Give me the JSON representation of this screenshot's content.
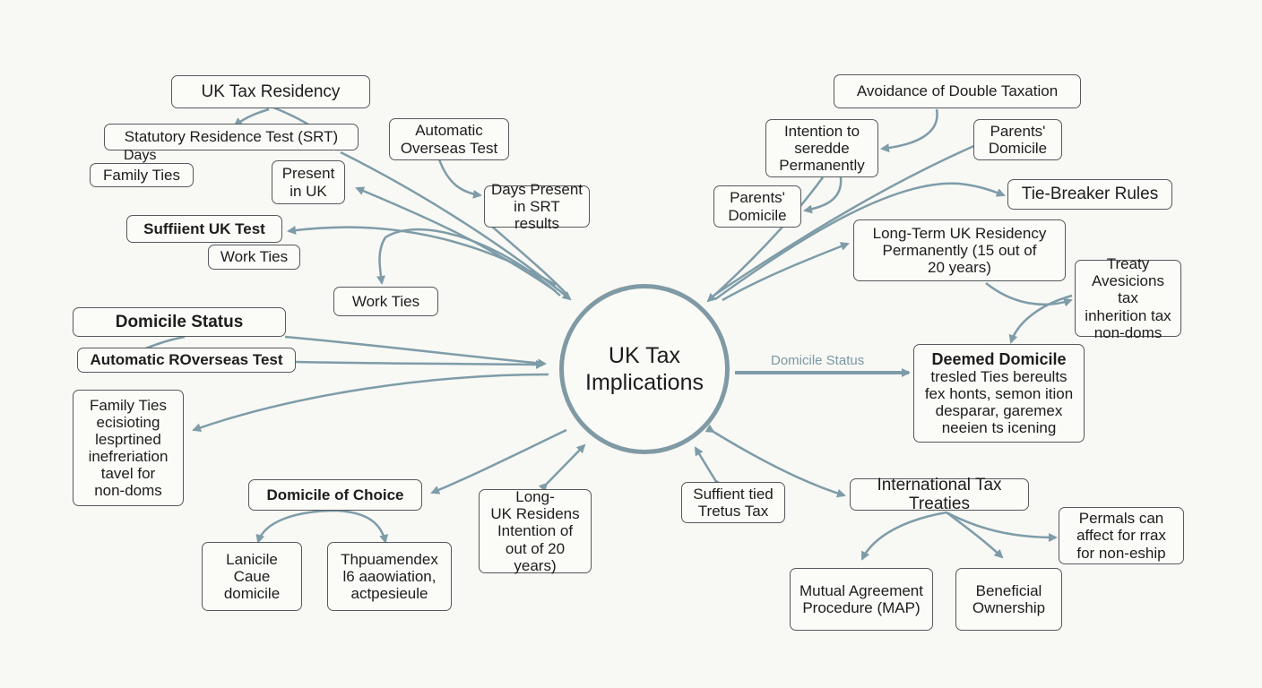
{
  "center": {
    "label": "UK Tax\nImplications"
  },
  "edge_label": "Domicile Status",
  "nodes": {
    "uk_tax_residency": "UK Tax Residency",
    "srt": "Statutory Residence Test (SRT)",
    "srt_overlap": "Days",
    "family_ties_top": "Family Ties",
    "present_in_uk": "Present\nin UK",
    "automatic_overseas_test_top": "Automatic\nOverseas Test",
    "days_present_srt": "Days Present\nin SRT results",
    "sufficient_uk_test": "Suffiient UK Test",
    "work_ties_left": "Work Ties",
    "work_ties_mid": "Work Ties",
    "domicile_status": "Domicile Status",
    "automatic_overseas_test_left": "Automatic ROverseas Test",
    "family_ties_left": "Family Ties\necisioting\nlesprtined\ninefreriation\ntavel for\nnon-doms",
    "domicile_of_choice": "Domicile of Choice",
    "lanicile": "Lanicile\nCaue\ndomicile",
    "thpuamendex": "Thpuamendex\nl6 aaowiation,\nactpesieule",
    "long_uk_residens": "Long-\nUK Residens\nIntention of\nout of 20 years)",
    "sufficient_tied": "Suffient tied\nTretus Tax",
    "avoidance_double_taxation": "Avoidance of Double Taxation",
    "intention_to": "Intention to\nseredde\nPermanently",
    "parents_domicile_top": "Parents'\nDomicile",
    "parents_domicile_left": "Parents'\nDomicile",
    "tie_breaker_rules": "Tie-Breaker Rules",
    "long_term_uk_residency": "Long-Term UK Residency\nPermanently (15 out of\n20 years)",
    "treaty": "Treaty\nAvesicions tax\ninherition tax\nnon-doms",
    "deemed_domicile_title": "Deemed Domicile",
    "deemed_domicile_body": "tresled Ties bereults\nfex honts, semon ition\ndesparar, garemex\nneeien ts icening",
    "international_tax_treaties": "International Tax Treaties",
    "permals": "Permals can\naffect for rrax\nfor non-eship",
    "map": "Mutual Agreement\nProcedure (MAP)",
    "beneficial_ownership": "Beneficial\nOwnership"
  },
  "colors": {
    "arrow": "#7e9ca8",
    "node_border": "#555a5c",
    "center_ring": "#7f9aa4",
    "background": "#f8f8f4"
  }
}
